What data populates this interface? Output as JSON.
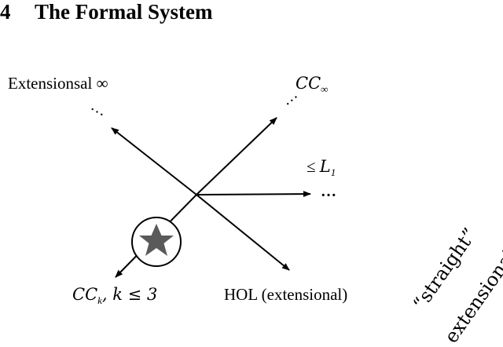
{
  "section": {
    "number": "4",
    "title": "The Formal System"
  },
  "labels": {
    "ext_inf": "Extensionsal ∞",
    "cc_inf_base": "CC",
    "cc_inf_sub": "∞",
    "leq_l1_prefix": "≤ ",
    "leq_l1_L": "L",
    "leq_l1_sub": "1",
    "cck_base": "CC",
    "cck_sub": "k",
    "cck_rest": ", k ≤ 3",
    "hol": "HOL (extensional)",
    "dots": "…"
  },
  "sidenote": {
    "line1": "“straight”",
    "line2": "extensional"
  },
  "icons": {
    "center": "star-icon"
  },
  "colors": {
    "star": "#5a5a5a",
    "stroke": "#000000"
  }
}
